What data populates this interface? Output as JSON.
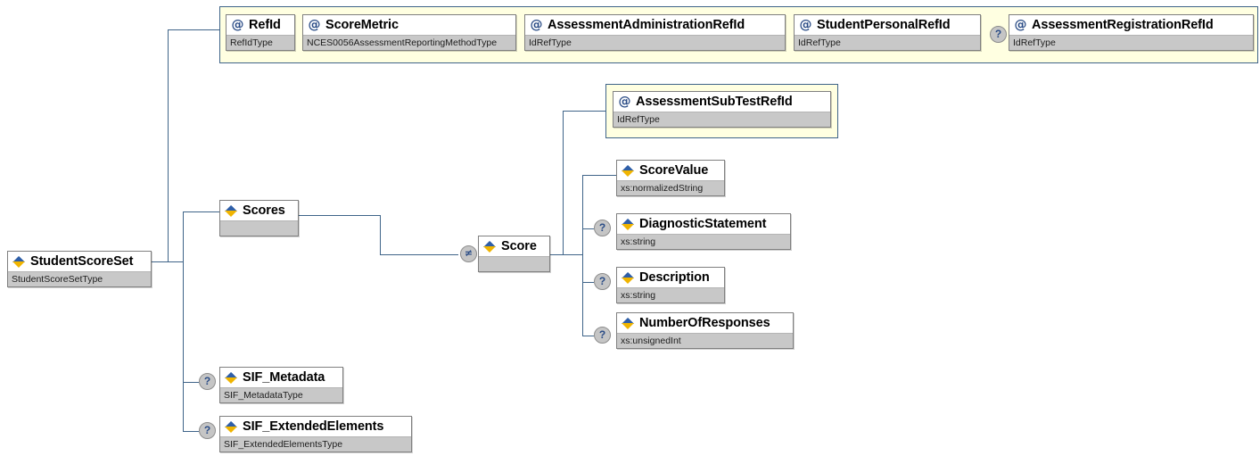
{
  "diagram": {
    "kind": "xsd-schema-tree",
    "root_label": "StudentScoreSet",
    "colors": {
      "line": "#3f6489",
      "node_border": "#808080",
      "type_band": "#c8c8c8",
      "attribute_group_fill": "#ffffe1",
      "attribute_group_border": "#3f6489",
      "marker_fill": "#c5c5c5",
      "marker_glyph": "#2a4c86"
    },
    "markers": {
      "optional": "?",
      "repeat": "≠"
    }
  },
  "root": {
    "name": "StudentScoreSet",
    "type": "StudentScoreSetType",
    "icon": "element-icon"
  },
  "attributes_group": {
    "items": [
      {
        "name": "RefId",
        "type": "RefIdType",
        "icon": "attribute-icon",
        "optional": false
      },
      {
        "name": "ScoreMetric",
        "type": "NCES0056AssessmentReportingMethodType",
        "icon": "attribute-icon",
        "optional": false
      },
      {
        "name": "AssessmentAdministrationRefId",
        "type": "IdRefType",
        "icon": "attribute-icon",
        "optional": false
      },
      {
        "name": "StudentPersonalRefId",
        "type": "IdRefType",
        "icon": "attribute-icon",
        "optional": false
      },
      {
        "name": "AssessmentRegistrationRefId",
        "type": "IdRefType",
        "icon": "attribute-icon",
        "optional": true
      }
    ]
  },
  "children": {
    "scores": {
      "name": "Scores",
      "type": "",
      "icon": "element-icon",
      "optional": false
    },
    "score": {
      "name": "Score",
      "type": "",
      "icon": "element-icon",
      "repeat": true
    },
    "sif_metadata": {
      "name": "SIF_Metadata",
      "type": "SIF_MetadataType",
      "icon": "element-icon",
      "optional": true
    },
    "sif_extended_elements": {
      "name": "SIF_ExtendedElements",
      "type": "SIF_ExtendedElementsType",
      "icon": "element-icon",
      "optional": true
    }
  },
  "score_children": {
    "sub_test_ref_attr": {
      "name": "AssessmentSubTestRefId",
      "type": "IdRefType",
      "icon": "attribute-icon",
      "optional": false
    },
    "items": [
      {
        "name": "ScoreValue",
        "type": "xs:normalizedString",
        "icon": "element-icon",
        "optional": false
      },
      {
        "name": "DiagnosticStatement",
        "type": "xs:string",
        "icon": "element-icon",
        "optional": true
      },
      {
        "name": "Description",
        "type": "xs:string",
        "icon": "element-icon",
        "optional": true
      },
      {
        "name": "NumberOfResponses",
        "type": "xs:unsignedInt",
        "icon": "element-icon",
        "optional": true
      }
    ]
  }
}
